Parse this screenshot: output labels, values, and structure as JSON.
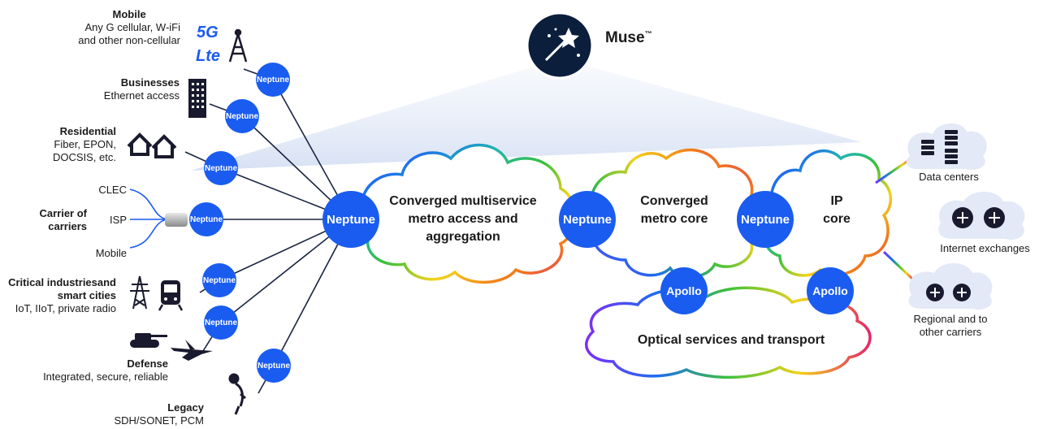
{
  "colors": {
    "node_blue": "#1a5cf0",
    "muse_dark": "#0b1e3c",
    "cone": "#dfe8f7",
    "icon_dark": "#1a1a2e",
    "dc_cloud": "#e3e9f6"
  },
  "muse": {
    "name": "Muse",
    "tm": "™"
  },
  "node_neptune": "Neptune",
  "node_apollo": "Apollo",
  "segments": {
    "mobile": {
      "title": "Mobile",
      "line1": "Any G cellular, W-iFi",
      "line2": "and other non-cellular"
    },
    "businesses": {
      "title": "Businesses",
      "line1": "Ethernet access"
    },
    "residential": {
      "title": "Residential",
      "line1": "Fiber, EPON,",
      "line2": "DOCSIS, etc."
    },
    "carrier": {
      "title_line1": "Carrier of",
      "title_line2": "carriers",
      "sub1": "CLEC",
      "sub2": "ISP",
      "sub3": "Mobile"
    },
    "critical": {
      "title_line1": "Critical industriesand",
      "title_line2": "smart cities",
      "line1": "IoT, IIoT, private radio"
    },
    "defense": {
      "title": "Defense",
      "line1": "Integrated, secure, reliable"
    },
    "legacy": {
      "title": "Legacy",
      "line1": "SDH/SONET, PCM"
    }
  },
  "clouds": {
    "metro_access": {
      "line1": "Converged multiservice",
      "line2": "metro access and",
      "line3": "aggregation"
    },
    "metro_core": {
      "line1": "Converged",
      "line2": "metro core"
    },
    "ip_core": {
      "line1": "IP",
      "line2": "core"
    },
    "optical": {
      "line1": "Optical services and transport"
    }
  },
  "right": {
    "data_centers": "Data centers",
    "internet_exchanges": "Internet exchanges",
    "regional_line1": "Regional and to",
    "regional_line2": "other carriers"
  },
  "icons": {
    "five_g": "5G",
    "lte": "Lte"
  }
}
